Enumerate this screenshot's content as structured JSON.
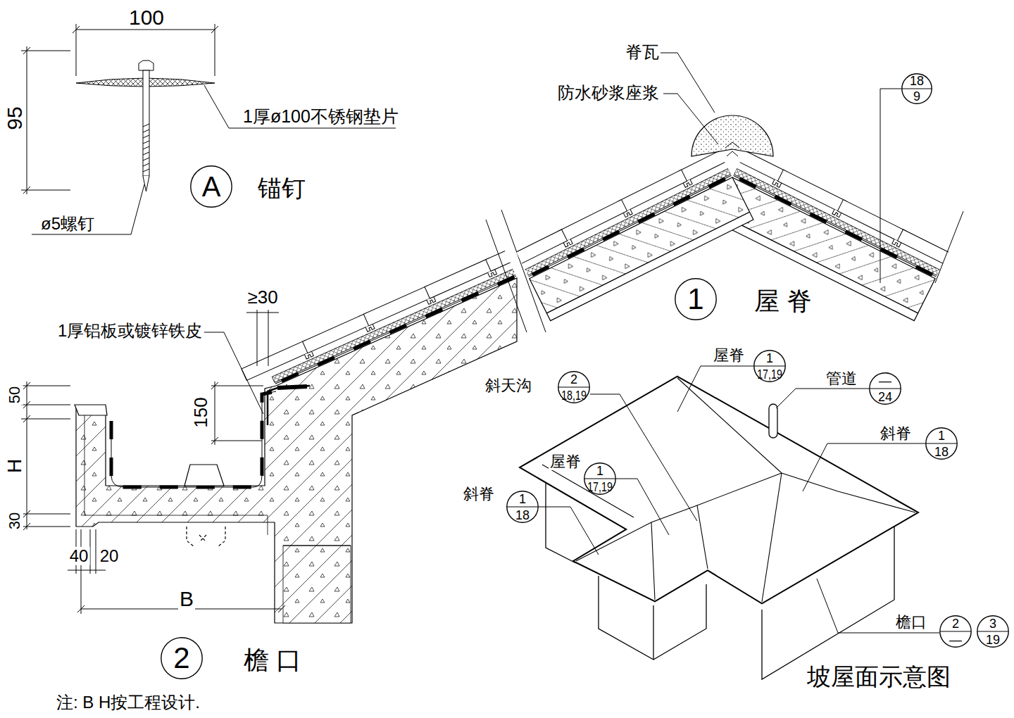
{
  "diagram": {
    "nodes": [
      {
        "text": [
          "A"
        ]
      },
      {
        "text": [
          "18",
          "9"
        ]
      },
      {
        "text": [
          "1"
        ]
      },
      {
        "text": [
          "2"
        ]
      },
      {
        "text": [
          "1",
          "17,19"
        ]
      },
      {
        "text": [
          "2",
          "18,19"
        ]
      },
      {
        "text": [
          "—",
          "24"
        ]
      },
      {
        "text": [
          "1",
          "18"
        ]
      },
      {
        "text": [
          "1",
          "17,19"
        ]
      },
      {
        "text": [
          "1",
          "18"
        ]
      },
      {
        "text": [
          "2",
          "—"
        ]
      },
      {
        "text": [
          "3",
          "19"
        ]
      }
    ],
    "labels": [
      "100",
      "95",
      "1厚ø100不锈钢垫片",
      "锚钉",
      "ø5螺钉",
      "脊瓦",
      "防水砂浆座浆",
      "屋 脊",
      "≥30",
      "1厚铝板或镀锌铁皮",
      "150",
      "50",
      "H",
      "30",
      "40",
      "20",
      "B",
      "檐 口",
      "注: B H按工程设计.",
      "屋脊",
      "斜天沟",
      "管道",
      "斜脊",
      "屋脊",
      "斜脊",
      "檐口",
      "坡屋面示意图"
    ]
  }
}
